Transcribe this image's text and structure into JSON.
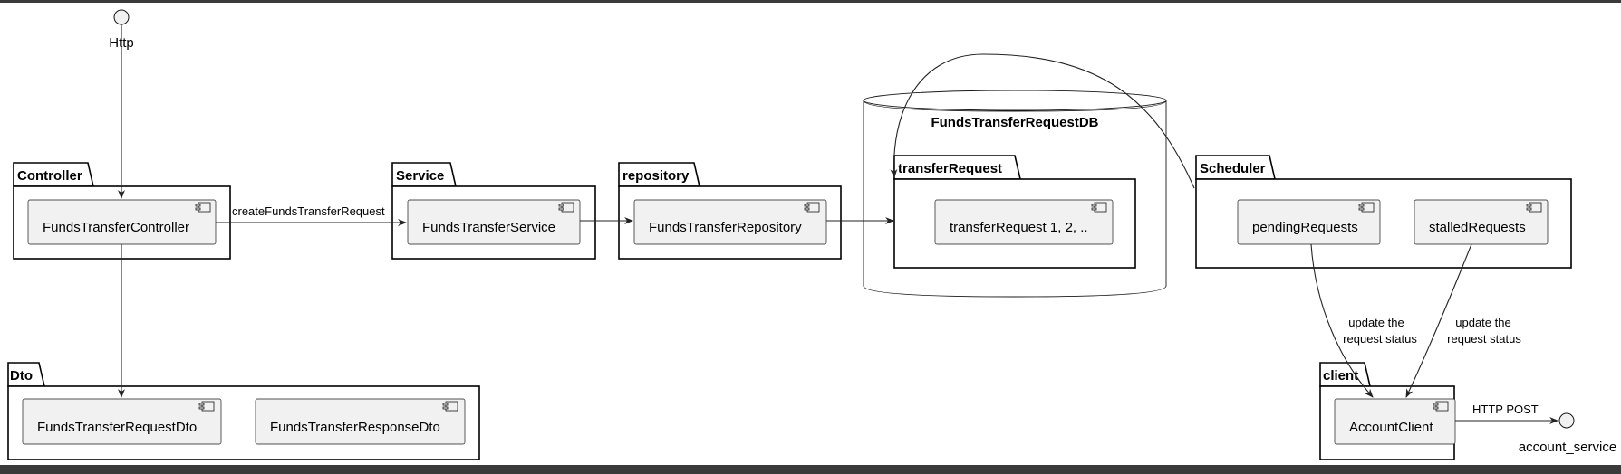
{
  "interfaces": {
    "http": "Http",
    "account_service": "account_service"
  },
  "packages": {
    "controller": "Controller",
    "service": "Service",
    "repository": "repository",
    "database": "FundsTransferRequestDB",
    "transfer_request": "transferRequest",
    "scheduler": "Scheduler",
    "dto": "Dto",
    "client": "client"
  },
  "components": {
    "funds_transfer_controller": "FundsTransferController",
    "funds_transfer_service": "FundsTransferService",
    "funds_transfer_repository": "FundsTransferRepository",
    "transfer_request_items": "transferRequest 1, 2, ..",
    "pending_requests": "pendingRequests",
    "stalled_requests": "stalledRequests",
    "funds_transfer_request_dto": "FundsTransferRequestDto",
    "funds_transfer_response_dto": "FundsTransferResponseDto",
    "account_client": "AccountClient"
  },
  "edges": {
    "create_request": "createFundsTransferRequest",
    "update_status_1_line1": "update the",
    "update_status_1_line2": "request status",
    "update_status_2_line1": "update the",
    "update_status_2_line2": "request status",
    "http_post": "HTTP POST"
  },
  "colors": {
    "background": "#ffffff",
    "frame": "#3a3a3a",
    "component_fill": "#f1f1f1",
    "line": "#222222"
  }
}
